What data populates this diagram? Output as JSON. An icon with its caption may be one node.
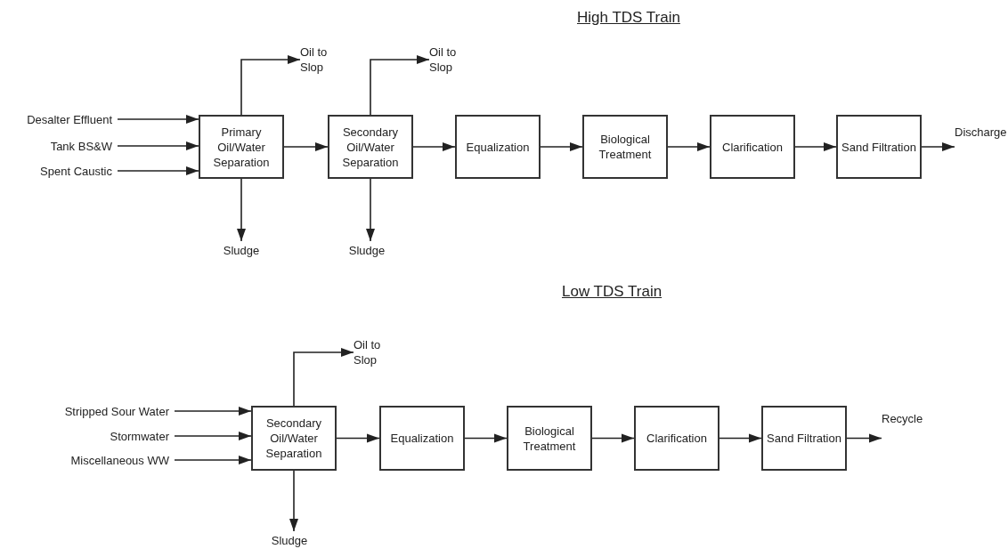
{
  "diagram": {
    "nodes": [
      {
        "text": [
          "Desalter Effluent"
        ]
      },
      {
        "text": [
          "Tank BS&W"
        ]
      },
      {
        "text": [
          "Spent Caustic"
        ]
      },
      {
        "text": [
          "Primary Oil/Water Separation"
        ]
      },
      {
        "text": [
          "Oil to Slop"
        ]
      },
      {
        "text": [
          "Sludge"
        ]
      },
      {
        "text": [
          "Secondary Oil/Water Separation"
        ]
      },
      {
        "text": [
          "Oil to Slop"
        ]
      },
      {
        "text": [
          "Sludge"
        ]
      },
      {
        "text": [
          "Equalization"
        ]
      },
      {
        "text": [
          "Biological Treatment"
        ]
      },
      {
        "text": [
          "Clarification"
        ]
      },
      {
        "text": [
          "Sand Filtration"
        ]
      },
      {
        "text": [
          "Discharge"
        ]
      },
      {
        "text": [
          "Stripped Sour Water"
        ]
      },
      {
        "text": [
          "Stormwater"
        ]
      },
      {
        "text": [
          "Miscellaneous WW"
        ]
      },
      {
        "text": [
          "Secondary Oil/Water Separation"
        ]
      },
      {
        "text": [
          "Oil to Slop"
        ]
      },
      {
        "text": [
          "Sludge"
        ]
      },
      {
        "text": [
          "Equalization"
        ]
      },
      {
        "text": [
          "Biological Treatment"
        ]
      },
      {
        "text": [
          "Clarification"
        ]
      },
      {
        "text": [
          "Sand Filtration"
        ]
      },
      {
        "text": [
          "Recycle"
        ]
      }
    ],
    "edges": [
      {
        "from": 0,
        "to": 3,
        "arrow": "to"
      },
      {
        "from": 1,
        "to": 3,
        "arrow": "to"
      },
      {
        "from": 2,
        "to": 3,
        "arrow": "to"
      },
      {
        "from": 3,
        "to": 4,
        "arrow": "to"
      },
      {
        "from": 3,
        "to": 5,
        "arrow": "to"
      },
      {
        "from": 3,
        "to": 6,
        "arrow": "to"
      },
      {
        "from": 6,
        "to": 7,
        "arrow": "to"
      },
      {
        "from": 6,
        "to": 8,
        "arrow": "to"
      },
      {
        "from": 6,
        "to": 9,
        "arrow": "to"
      },
      {
        "from": 9,
        "to": 10,
        "arrow": "to"
      },
      {
        "from": 10,
        "to": 11,
        "arrow": "to"
      },
      {
        "from": 11,
        "to": 12,
        "arrow": "to"
      },
      {
        "from": 12,
        "to": 13,
        "arrow": "to"
      },
      {
        "from": 14,
        "to": 17,
        "arrow": "to"
      },
      {
        "from": 15,
        "to": 17,
        "arrow": "to"
      },
      {
        "from": 16,
        "to": 17,
        "arrow": "to"
      },
      {
        "from": 17,
        "to": 18,
        "arrow": "to"
      },
      {
        "from": 17,
        "to": 19,
        "arrow": "to"
      },
      {
        "from": 17,
        "to": 20,
        "arrow": "to"
      },
      {
        "from": 20,
        "to": 21,
        "arrow": "to"
      },
      {
        "from": 21,
        "to": 22,
        "arrow": "to"
      },
      {
        "from": 22,
        "to": 23,
        "arrow": "to"
      },
      {
        "from": 23,
        "to": 24,
        "arrow": "to"
      }
    ],
    "labels": [
      "High TDS Train",
      "Low TDS Train"
    ]
  }
}
